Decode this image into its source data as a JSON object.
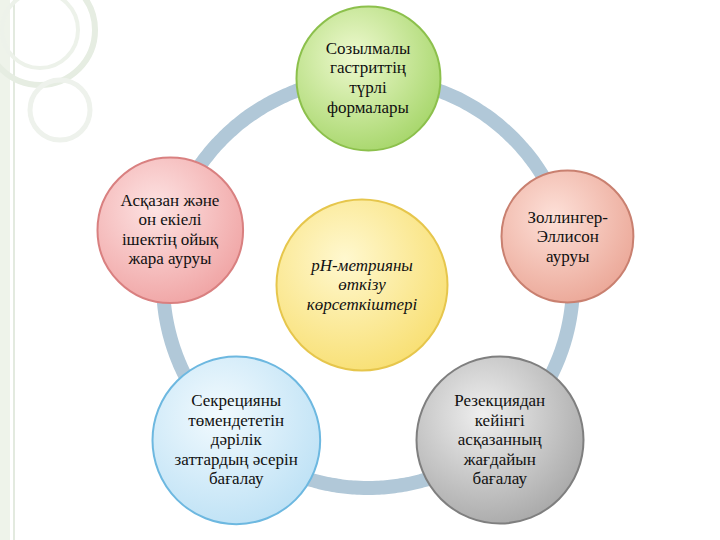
{
  "diagram": {
    "nodes": [
      {
        "text": [
          "Созылмалы гастриттің түрлі формалары"
        ]
      },
      {
        "text": [
          "Асқазан және он екіелі ішектің ойық жара ауруы"
        ]
      },
      {
        "text": [
          "рН-метрияны өткізу көрсеткіштері"
        ]
      },
      {
        "text": [
          "Золлингер-Эллисон ауруы"
        ]
      },
      {
        "text": [
          "Секрецияны төмендететін дәрілік заттардың әсерін бағалау"
        ]
      },
      {
        "text": [
          "Резекциядан кейінгі асқазанның жағдайын бағалау"
        ]
      }
    ],
    "edges": [
      {
        "from": 0,
        "to": 3,
        "arrow": "none"
      },
      {
        "from": 3,
        "to": 5,
        "arrow": "none"
      },
      {
        "from": 5,
        "to": 4,
        "arrow": "none"
      },
      {
        "from": 4,
        "to": 1,
        "arrow": "none"
      },
      {
        "from": 1,
        "to": 0,
        "arrow": "none"
      }
    ]
  }
}
